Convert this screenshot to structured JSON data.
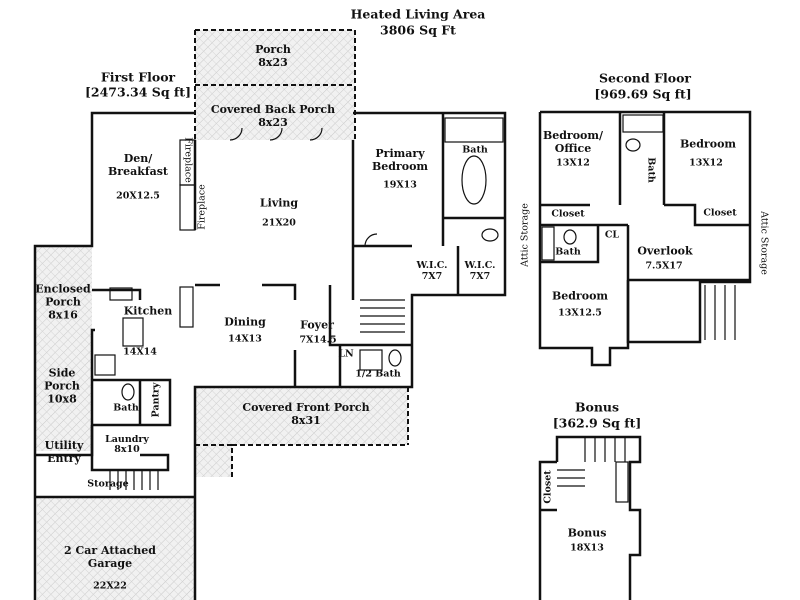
{
  "title": {
    "heading": "Heated Living Area",
    "area": "3806 Sq Ft"
  },
  "first_floor": {
    "heading": "First Floor",
    "area": "[2473.34 Sq ft]",
    "rooms": [
      {
        "name": "Porch",
        "size": "8x23"
      },
      {
        "name": "Covered Back  Porch",
        "size": "8x23"
      },
      {
        "name": "Den/",
        "name2": "Breakfast",
        "size": "20X12.5"
      },
      {
        "name": "Living",
        "size": "21X20"
      },
      {
        "name": "Primary",
        "name2": "Bedroom",
        "size": "19X13"
      },
      {
        "name": "Bath"
      },
      {
        "name": "W.I.C.",
        "size": "7X7"
      },
      {
        "name": "W.I.C.",
        "size": "7X7"
      },
      {
        "name": "Enclosed",
        "name2": "Porch",
        "size": "8x16"
      },
      {
        "name": "Kitchen",
        "size": "14X14"
      },
      {
        "name": "Dining",
        "size": "14X13"
      },
      {
        "name": "Foyer",
        "size": "7X14.5"
      },
      {
        "name": "LN"
      },
      {
        "name": "1/2  Bath"
      },
      {
        "name": "Side",
        "name2": "Porch",
        "size": "10x8"
      },
      {
        "name": "Bath"
      },
      {
        "name": "Pantry"
      },
      {
        "name": "Covered Front Porch",
        "size": "8x31"
      },
      {
        "name": "Utility",
        "name2": "Entry"
      },
      {
        "name": "Laundry",
        "size": "8x10"
      },
      {
        "name": "Storage"
      },
      {
        "name": "2 Car Attached",
        "name2": "Garage",
        "size": "22X22"
      }
    ],
    "fixtures": [
      "Fireplace",
      "Fireplace"
    ]
  },
  "second_floor": {
    "heading": "Second Floor",
    "area": "[969.69 Sq ft]",
    "rooms": [
      {
        "name": "Bedroom/",
        "name2": "Office",
        "size": "13X12"
      },
      {
        "name": "Bath"
      },
      {
        "name": "Bedroom",
        "size": "13X12"
      },
      {
        "name": "Closet"
      },
      {
        "name": "Closet"
      },
      {
        "name": "Attic Storage"
      },
      {
        "name": "Attic Storage"
      },
      {
        "name": "Bath"
      },
      {
        "name": "CL"
      },
      {
        "name": "Overlook",
        "size": "7.5X17"
      },
      {
        "name": "Bedroom",
        "size": "13X12.5"
      }
    ]
  },
  "bonus": {
    "heading": "Bonus",
    "area": "[362.9 Sq ft]",
    "rooms": [
      {
        "name": "Closet"
      },
      {
        "name": "Bonus",
        "size": "18X13"
      }
    ]
  }
}
